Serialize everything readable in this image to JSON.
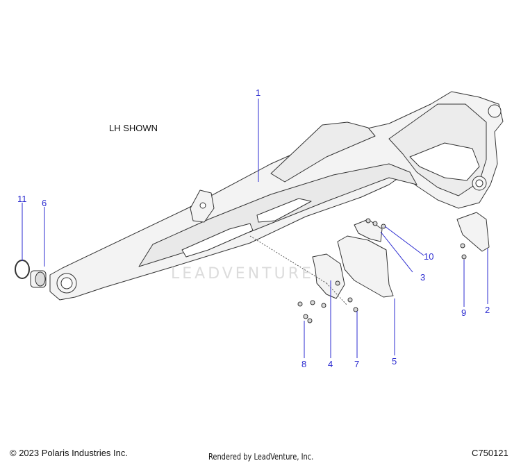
{
  "note": {
    "text": "LH SHOWN"
  },
  "callouts": [
    {
      "id": "1",
      "text": "1"
    },
    {
      "id": "2",
      "text": "2"
    },
    {
      "id": "3",
      "text": "3"
    },
    {
      "id": "4",
      "text": "4"
    },
    {
      "id": "5",
      "text": "5"
    },
    {
      "id": "6",
      "text": "6"
    },
    {
      "id": "7",
      "text": "7"
    },
    {
      "id": "8",
      "text": "8"
    },
    {
      "id": "9",
      "text": "9"
    },
    {
      "id": "10",
      "text": "10"
    },
    {
      "id": "11",
      "text": "11"
    }
  ],
  "footer": {
    "copyright": "© 2023 Polaris Industries Inc.",
    "rendered_by": "Rendered by LeadVenture, Inc.",
    "code": "C750121"
  },
  "watermark": {
    "text": "LEADVENTURE"
  },
  "colors": {
    "callout": "#2b2bd0",
    "outline": "#333333",
    "part_fill": "#f2f2f2"
  }
}
